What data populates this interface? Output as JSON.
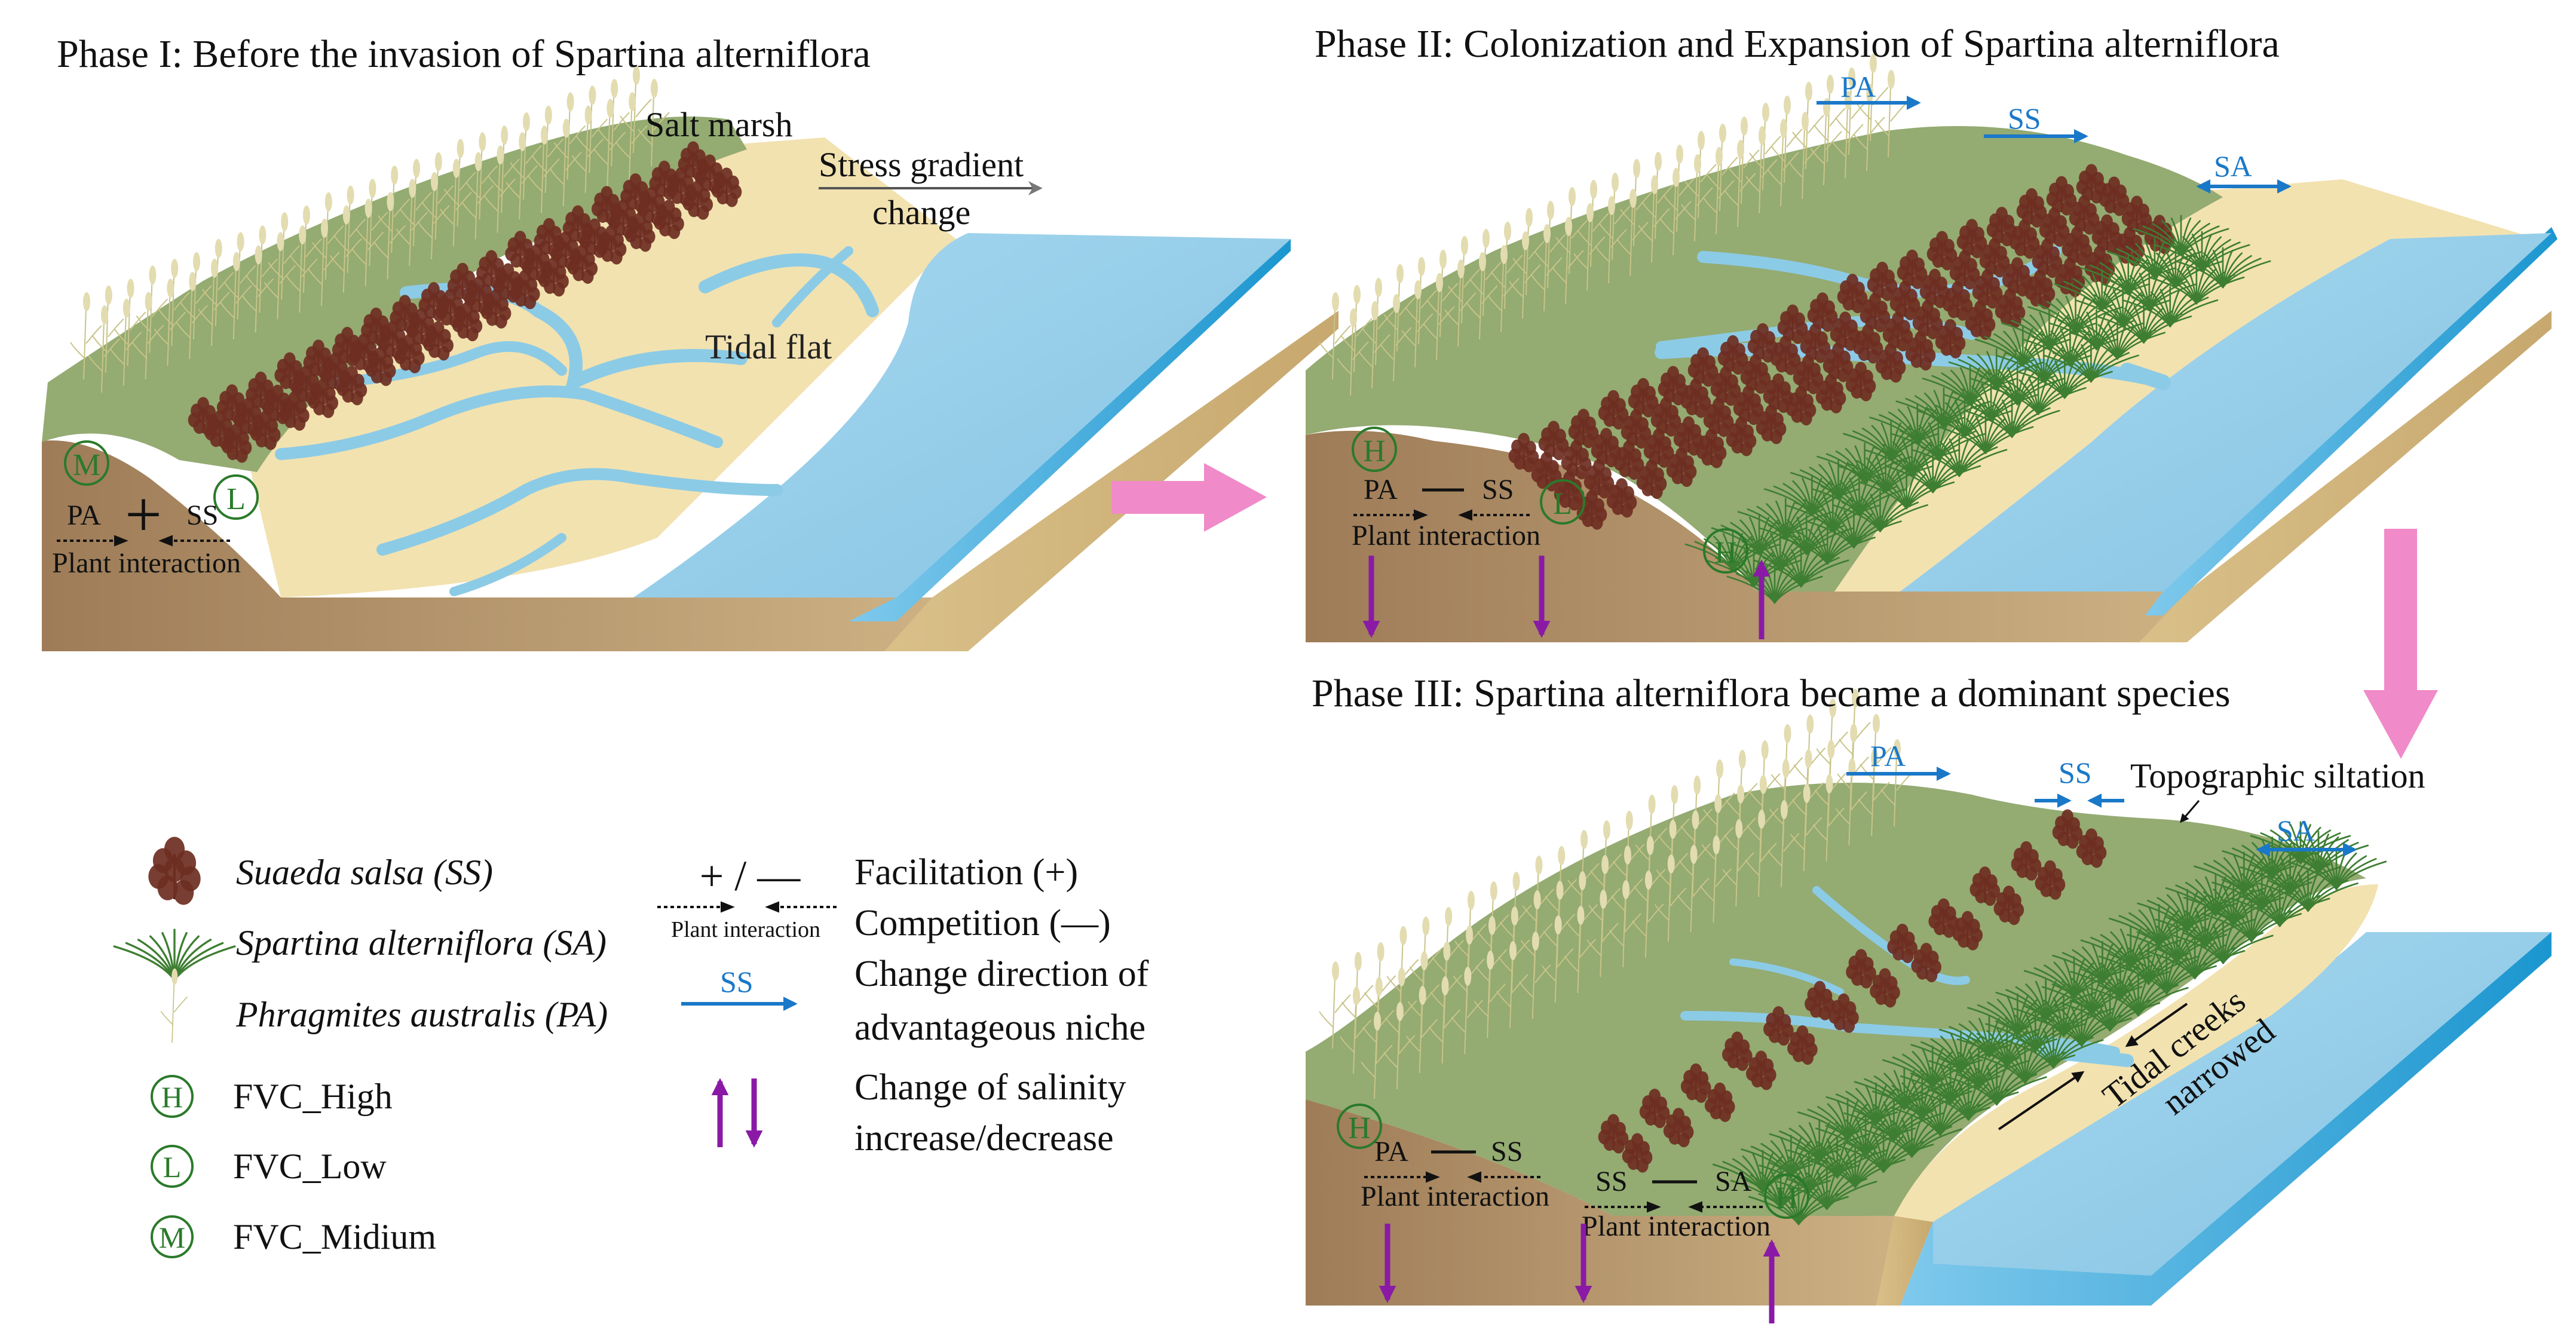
{
  "phases": [
    {
      "title": "Phase I: Before the invasion of Spartina alterniflora",
      "labels": {
        "salt_marsh": "Salt marsh",
        "stress_line1": "Stress gradient",
        "stress_line2": "change",
        "tidal_flat": "Tidal flat"
      },
      "badges": [
        "M",
        "L"
      ],
      "interaction": {
        "left": "PA",
        "symbol": "+",
        "right": "SS",
        "caption": "Plant interaction"
      }
    },
    {
      "title": "Phase II: Colonization and Expansion of Spartina alterniflora",
      "niche_arrows": [
        "PA",
        "SS",
        "SA"
      ],
      "badges": [
        "H",
        "L",
        "H"
      ],
      "interaction": {
        "left": "PA",
        "symbol": "—",
        "right": "SS",
        "caption": "Plant interaction"
      }
    },
    {
      "title": "Phase III: Spartina alterniflora became a dominant species",
      "niche_arrows": [
        "PA",
        "SS",
        "SA"
      ],
      "labels": {
        "topo": "Topographic siltation",
        "creeks_line1": "Tidal creeks",
        "creeks_line2": "narrowed"
      },
      "badges": [
        "H",
        "H"
      ],
      "interaction1": {
        "left": "PA",
        "symbol": "—",
        "right": "SS",
        "caption": "Plant interaction"
      },
      "interaction2": {
        "left": "SS",
        "symbol": "—",
        "right": "SA",
        "caption": "Plant interaction"
      }
    }
  ],
  "legend": {
    "species": [
      {
        "name": "Suaeda salsa (SS)",
        "icon": "suaeda-icon"
      },
      {
        "name": "Spartina alterniflora (SA)",
        "icon": "spartina-icon"
      },
      {
        "name": "Phragmites australis (PA)",
        "icon": "phragmites-icon"
      }
    ],
    "fvc": [
      {
        "badge": "H",
        "label": "FVC_High"
      },
      {
        "badge": "L",
        "label": "FVC_Low"
      },
      {
        "badge": "M",
        "label": "FVC_Midium"
      }
    ],
    "interaction_symbol": "+ / —",
    "interaction_caption": "Plant interaction",
    "facilitation": "Facilitation (+)",
    "competition": "Competition (—)",
    "niche_sample": "SS",
    "niche_line1": "Change direction of",
    "niche_line2": "advantageous niche",
    "salinity_line1": "Change of  salinity",
    "salinity_line2": "increase/decrease"
  },
  "colors": {
    "soil": "#a88865",
    "sand": "#f2e2b0",
    "marsh": "#94ab72",
    "water": "#8cc8e6",
    "water_side": "#2aa4d6",
    "niche_arrow": "#1a78c8",
    "salinity_arrow": "#8a1aa6",
    "phase_arrow": "#f08ac8",
    "badge": "#2a7a2a",
    "suaeda": "#6e2e22",
    "spartina": "#3e7e32",
    "phragmites": "#c8c488"
  }
}
